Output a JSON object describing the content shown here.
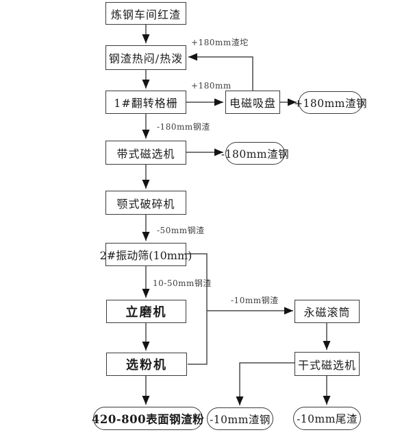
{
  "nodes": {
    "red_slag": {
      "label": "炼钢车间红渣"
    },
    "hot_stewing": {
      "label": "钢渣热闷/热泼"
    },
    "flip_grid": {
      "label": "1#翻转格栅"
    },
    "electromagnet": {
      "label": "电磁吸盘"
    },
    "plus180_steel": {
      "label": "+180mm渣钢"
    },
    "belt_separator": {
      "label": "带式磁选机"
    },
    "minus180_steel": {
      "label": "-180mm渣钢"
    },
    "jaw_crusher": {
      "label": "颚式破碎机"
    },
    "vibrating_screen": {
      "label": "2#振动筛(10mm)"
    },
    "vertical_mill": {
      "label": "立磨机"
    },
    "powder_classifier": {
      "label": "选粉机"
    },
    "magnetic_drum": {
      "label": "永磁滚筒"
    },
    "dry_separator": {
      "label": "干式磁选机"
    },
    "product_powder": {
      "label": "420-800表面钢渣粉"
    },
    "minus10_steel": {
      "label": "-10mm渣钢"
    },
    "minus10_tailings": {
      "label": "-10mm尾渣"
    }
  },
  "edge_labels": {
    "plus180_lump": "+180mm渣坨",
    "plus180": "+180mm",
    "minus180": "-180mm钢渣",
    "minus50": "-50mm钢渣",
    "mid10_50": "10-50mm钢渣",
    "minus10": "-10mm钢渣"
  },
  "colors": {
    "background": "#ffffff",
    "line": "#4a4a4a",
    "arrowhead": "#141414",
    "box_border": "#3a3a3a",
    "text": "#1c1c1c"
  }
}
